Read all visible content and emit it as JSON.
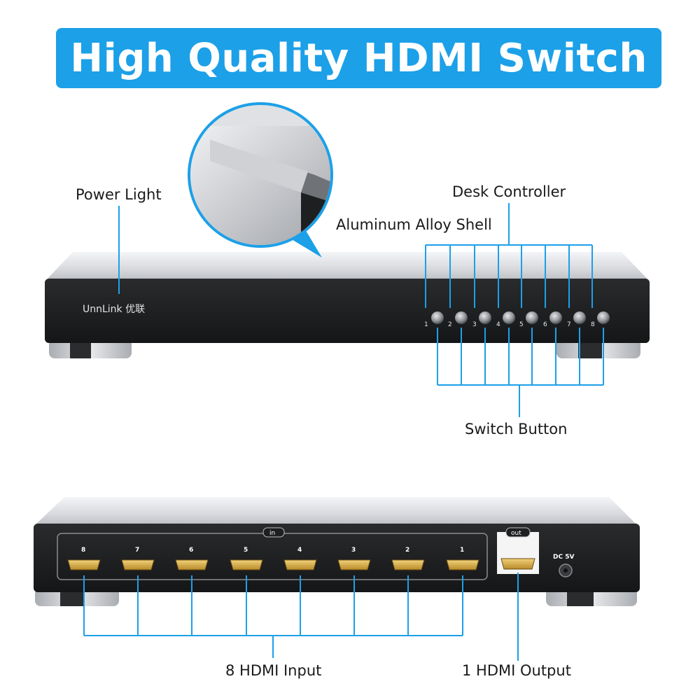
{
  "banner": {
    "title": "High Quality HDMI Switch"
  },
  "labels": {
    "power_light": "Power Light",
    "desk_controller": "Desk Controller",
    "aluminum_shell": "Aluminum Alloy Shell",
    "switch_button": "Switch Button",
    "hdmi_input": "8 HDMI Input",
    "hdmi_output": "1 HDMI Output"
  },
  "device": {
    "brand": "UnnLink 优联",
    "buttons": [
      "1",
      "2",
      "3",
      "4",
      "5",
      "6",
      "7",
      "8"
    ],
    "in_label": "in",
    "out_label": "out",
    "input_ports": [
      "8",
      "7",
      "6",
      "5",
      "4",
      "3",
      "2",
      "1"
    ],
    "dc_label": "DC 5V"
  },
  "colors": {
    "accent": "#1ca0e8"
  }
}
